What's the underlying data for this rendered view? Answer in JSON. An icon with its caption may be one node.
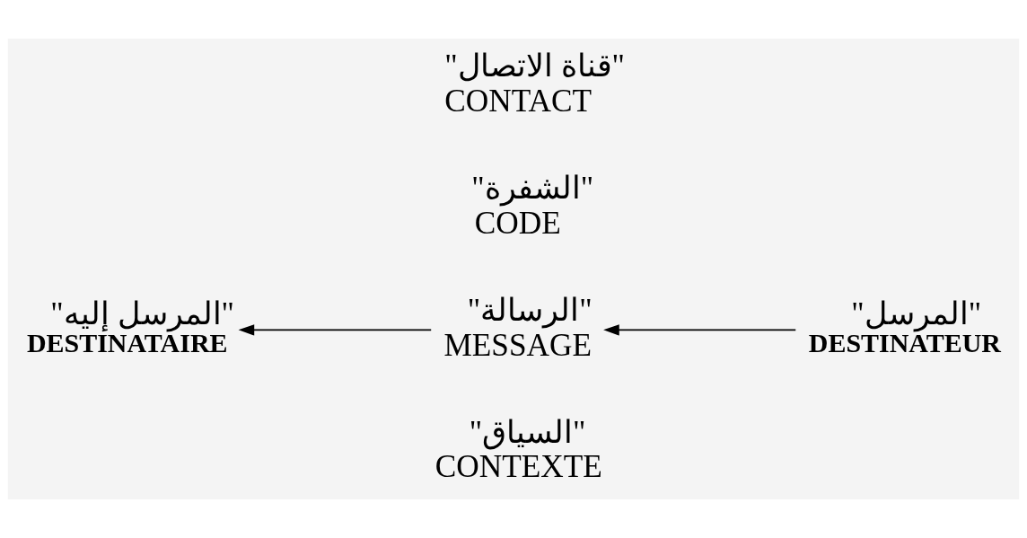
{
  "diagram": {
    "nodes": [
      {
        "text": [
          "\"السياق\"",
          "CONTEXTE"
        ]
      },
      {
        "text": [
          "\"المرسل إليه\"",
          "DESTINATAIRE"
        ]
      },
      {
        "text": [
          "\"الرسالة\"",
          "MESSAGE"
        ]
      },
      {
        "text": [
          "\"المرسل\"",
          "DESTINATEUR"
        ]
      },
      {
        "text": [
          "\"الشفرة\"",
          "CODE"
        ]
      },
      {
        "text": [
          "\"قناة الاتصال\"",
          "CONTACT"
        ]
      }
    ],
    "edges": [
      {
        "from": 3,
        "to": 2,
        "arrow": "to"
      },
      {
        "from": 2,
        "to": 1,
        "arrow": "to"
      }
    ]
  }
}
